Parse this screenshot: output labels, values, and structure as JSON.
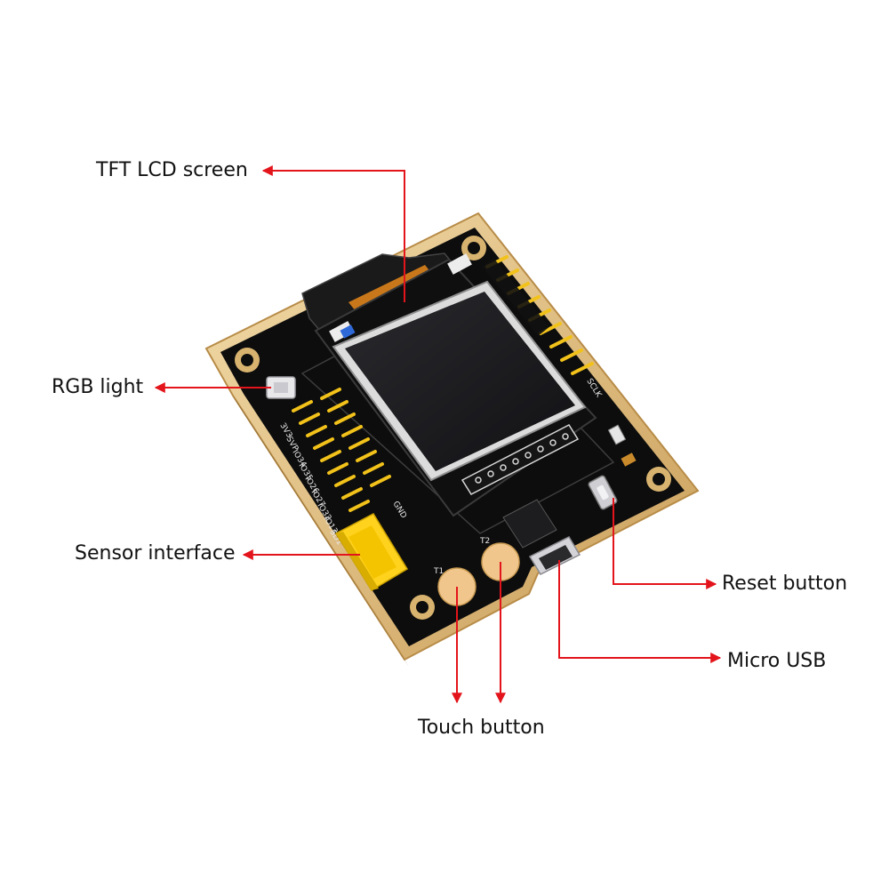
{
  "callouts": {
    "tft_lcd_screen": "TFT LCD screen",
    "rgb_light": "RGB light",
    "sensor_interface": "Sensor interface",
    "reset_button": "Reset button",
    "micro_usb": "Micro USB",
    "touch_button": "Touch button"
  },
  "silkscreen": {
    "touch_pad_1": "T1",
    "touch_pad_2": "T2",
    "header_labels": [
      "3V3",
      "SVP",
      "IO34",
      "IO35",
      "IO26",
      "IO27",
      "IO32",
      "IO13",
      "SD1"
    ],
    "sclk_label": "SCLK",
    "gnd_label": "GND"
  },
  "colors": {
    "arrow": "#e3141b",
    "board_edge": "#d9b87a",
    "board_pcb": "#0d0d0d",
    "header_pins": "#f2c21a",
    "sensor_connector": "#ffd21e",
    "touch_pad": "#f0c68c",
    "lcd_screen": "#1c1c1f"
  }
}
